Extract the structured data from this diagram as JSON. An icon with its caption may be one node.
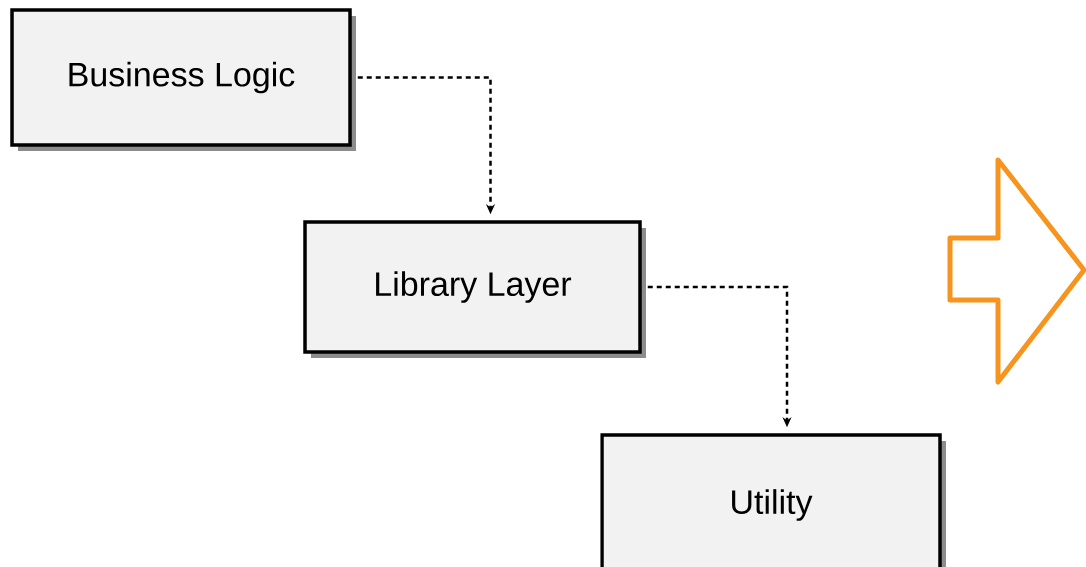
{
  "diagram": {
    "nodes": [
      {
        "text": [
          "Business Logic"
        ]
      },
      {
        "text": [
          "Library Layer"
        ]
      },
      {
        "text": [
          "Utility"
        ]
      }
    ],
    "edges": [
      {
        "from": 0,
        "to": 1,
        "arrow": "to",
        "style": "dashed"
      },
      {
        "from": 1,
        "to": 2,
        "arrow": "to",
        "style": "dashed"
      }
    ]
  }
}
